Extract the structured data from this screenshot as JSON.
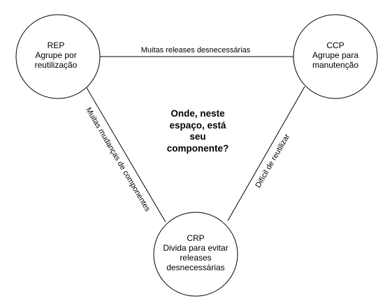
{
  "nodes": {
    "rep": {
      "title": "REP",
      "line1": "Agrupe por",
      "line2": "reutilização"
    },
    "ccp": {
      "title": "CCP",
      "line1": "Agrupe para",
      "line2": "manutenção"
    },
    "crp": {
      "title": "CRP",
      "line1": "Divida para evitar",
      "line2": "releases",
      "line3": "desnecessárias"
    }
  },
  "edges": {
    "rep_ccp": "Muitas releases desnecessárias",
    "rep_crp": "Muitas mudanças de componentes",
    "ccp_crp": "Difícil de reutilizar"
  },
  "center_question": {
    "line1": "Onde, neste",
    "line2": "espaço, está",
    "line3": "seu",
    "line4": "componente?"
  }
}
